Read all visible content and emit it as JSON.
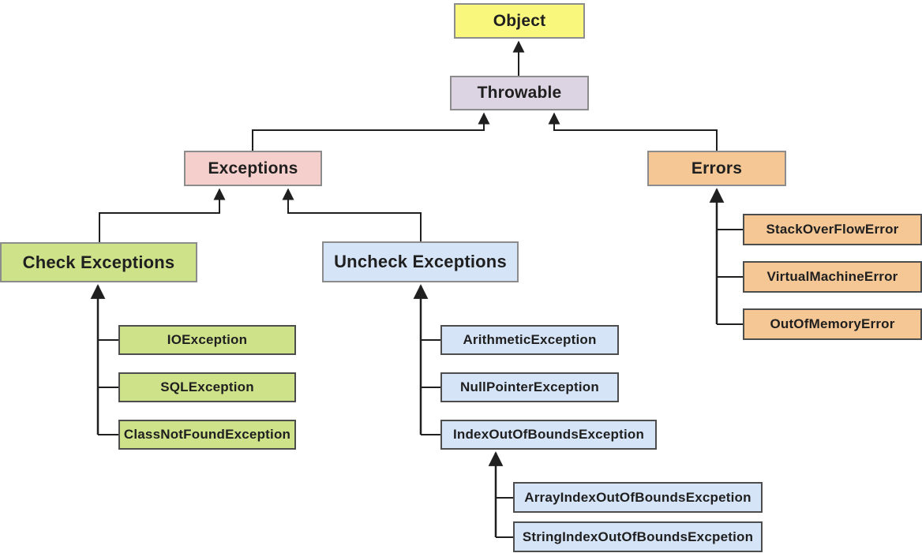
{
  "colors": {
    "object_fill": "#faf77d",
    "throwable_fill": "#dcd4e2",
    "exceptions_fill": "#f4cfcb",
    "errors_fill": "#f5c795",
    "checked_fill": "#cee28a",
    "unchecked_fill": "#d6e4f7",
    "parent_border": "#8c8c8c",
    "child_border": "#4d4d4d",
    "line": "#1f1f1f",
    "text": "#1f1f1f",
    "background": "#ffffff"
  },
  "nodes": {
    "object": {
      "label": "Object"
    },
    "throwable": {
      "label": "Throwable"
    },
    "exceptions": {
      "label": "Exceptions"
    },
    "errors": {
      "label": "Errors"
    },
    "check_exceptions": {
      "label": "Check Exceptions"
    },
    "uncheck_exceptions": {
      "label": "Uncheck Exceptions"
    },
    "io_exception": {
      "label": "IOException"
    },
    "sql_exception": {
      "label": "SQLException"
    },
    "class_not_found_exception": {
      "label": "ClassNotFoundException"
    },
    "arithmetic_exception": {
      "label": "ArithmeticException"
    },
    "null_pointer_exception": {
      "label": "NullPointerException"
    },
    "index_out_of_bounds_exception": {
      "label": "IndexOutOfBoundsException"
    },
    "array_index_out_of_bounds": {
      "label": "ArrayIndexOutOfBoundsExcpetion"
    },
    "string_index_out_of_bounds": {
      "label": "StringIndexOutOfBoundsExcpetion"
    },
    "stack_overflow_error": {
      "label": "StackOverFlowError"
    },
    "virtual_machine_error": {
      "label": "VirtualMachineError"
    },
    "out_of_memory_error": {
      "label": "OutOfMemoryError"
    }
  },
  "hierarchy": {
    "edges": [
      {
        "parent": "Object",
        "child": "Throwable"
      },
      {
        "parent": "Throwable",
        "child": "Exceptions"
      },
      {
        "parent": "Throwable",
        "child": "Errors"
      },
      {
        "parent": "Exceptions",
        "child": "Check Exceptions"
      },
      {
        "parent": "Exceptions",
        "child": "Uncheck Exceptions"
      },
      {
        "parent": "Check Exceptions",
        "child": "IOException"
      },
      {
        "parent": "Check Exceptions",
        "child": "SQLException"
      },
      {
        "parent": "Check Exceptions",
        "child": "ClassNotFoundException"
      },
      {
        "parent": "Uncheck Exceptions",
        "child": "ArithmeticException"
      },
      {
        "parent": "Uncheck Exceptions",
        "child": "NullPointerException"
      },
      {
        "parent": "Uncheck Exceptions",
        "child": "IndexOutOfBoundsException"
      },
      {
        "parent": "IndexOutOfBoundsException",
        "child": "ArrayIndexOutOfBoundsExcpetion"
      },
      {
        "parent": "IndexOutOfBoundsException",
        "child": "StringIndexOutOfBoundsExcpetion"
      },
      {
        "parent": "Errors",
        "child": "StackOverFlowError"
      },
      {
        "parent": "Errors",
        "child": "VirtualMachineError"
      },
      {
        "parent": "Errors",
        "child": "OutOfMemoryError"
      }
    ]
  }
}
